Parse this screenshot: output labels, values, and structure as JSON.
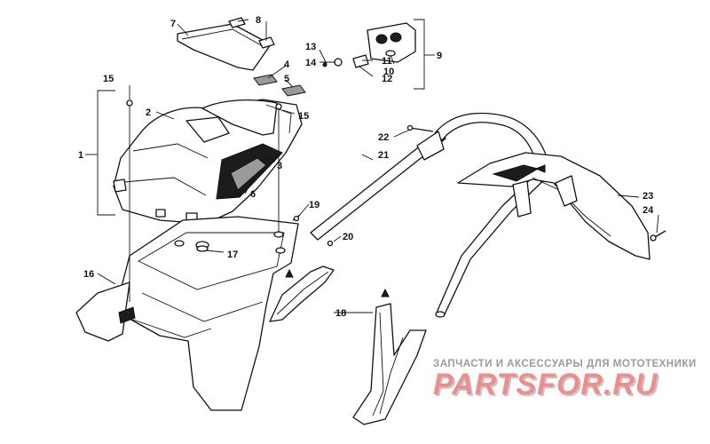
{
  "callouts": {
    "c1": "1",
    "c2": "2",
    "c3": "3",
    "c4": "4",
    "c5": "5",
    "c6": "6",
    "c7": "7",
    "c8": "8",
    "c9": "9",
    "c10": "10",
    "c11": "11",
    "c12": "12",
    "c13": "13",
    "c14": "14",
    "c15a": "15",
    "c15b": "15",
    "c16": "16",
    "c17": "17",
    "c18": "18",
    "c19": "19",
    "c20": "20",
    "c21": "21",
    "c22": "22",
    "c23": "23",
    "c24": "24"
  },
  "watermark": {
    "tagline": "ЗАПЧАСТИ И АКСЕССУАРЫ ДЛЯ МОТОТЕХНИКИ",
    "logo": "PARTSFOR.RU"
  },
  "colors": {
    "line": "#111111",
    "watermark_logo": "#ef8c8c",
    "watermark_text": "#9a9a9a"
  }
}
